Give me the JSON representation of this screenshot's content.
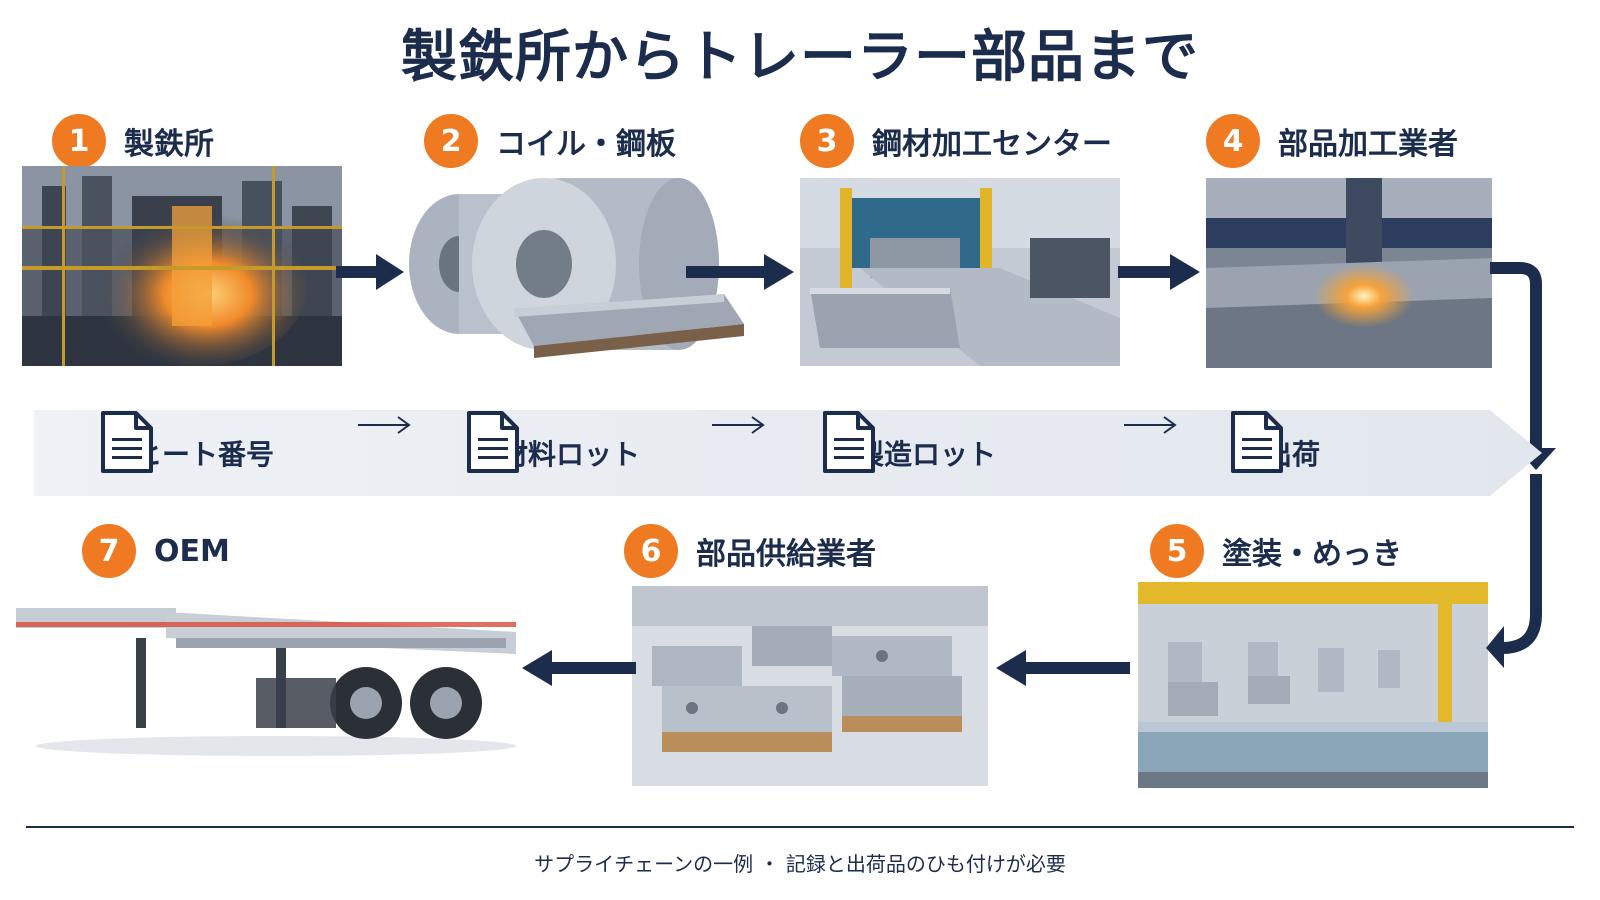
{
  "title": "製鉄所からトレーラー部品まで",
  "steps": [
    {
      "num": "1",
      "label": "製鉄所"
    },
    {
      "num": "2",
      "label": "コイル・鋼板"
    },
    {
      "num": "3",
      "label": "鋼材加工センター"
    },
    {
      "num": "4",
      "label": "部品加工業者"
    },
    {
      "num": "5",
      "label": "塗装・めっき"
    },
    {
      "num": "6",
      "label": "部品供給業者"
    },
    {
      "num": "7",
      "label": "OEM"
    }
  ],
  "traceability": [
    "ヒート番号",
    "材料ロット",
    "製造ロット",
    "出荷"
  ],
  "footer": "サプライチェーンの一例 ・ 記録と出荷品のひも付けが必要",
  "colors": {
    "navy": "#1c2c4c",
    "orange": "#ef7a22",
    "band": "#e6ebf1"
  },
  "icons": [
    "document-icon",
    "right-arrow-icon",
    "flow-arrow-icon"
  ]
}
